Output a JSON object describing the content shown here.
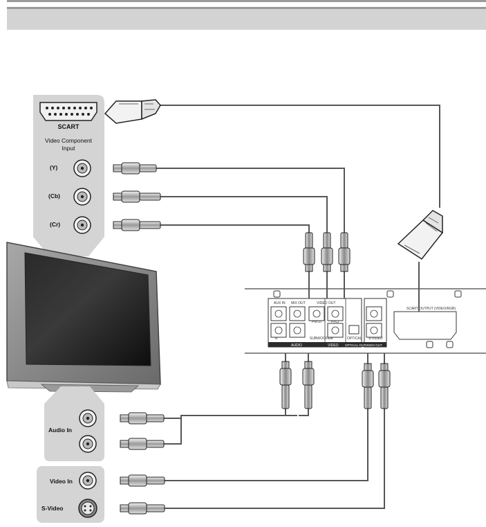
{
  "header": {
    "bar_color": "#d3d3d3"
  },
  "tv_panel": {
    "scart_label": "SCART",
    "component_title_line1": "Video Component",
    "component_title_line2": "Input",
    "y_label": "(Y)",
    "cb_label": "(Cb)",
    "cr_label": "(Cr)",
    "audio_in_label": "Audio In",
    "video_in_label": "Video In",
    "svideo_label": "S-Video"
  },
  "player_panel": {
    "aux_in": "AUX IN",
    "mix_out": "MIX OUT",
    "video_out": "VIDEO OUT",
    "audio": "AUDIO",
    "video": "VIDEO",
    "optical_out": "OPTICAL OUT",
    "video_out_2": "VIDEO OUT",
    "optical": "OPTICAL",
    "subwoofer": "SUBWOOFER",
    "svideo_small": "S-VIDEO",
    "scart_small": "SCART OUTPUT (VIDEO/RGB)",
    "r": "R",
    "y": "Y",
    "pb": "Pb/Cb",
    "pr": "Pr/Cr"
  },
  "colors": {
    "panel_gray": "#d4d4d4",
    "cable": "#555555",
    "tv_frame": "#8a8a8a",
    "tv_screen": "#1c1c1c"
  }
}
